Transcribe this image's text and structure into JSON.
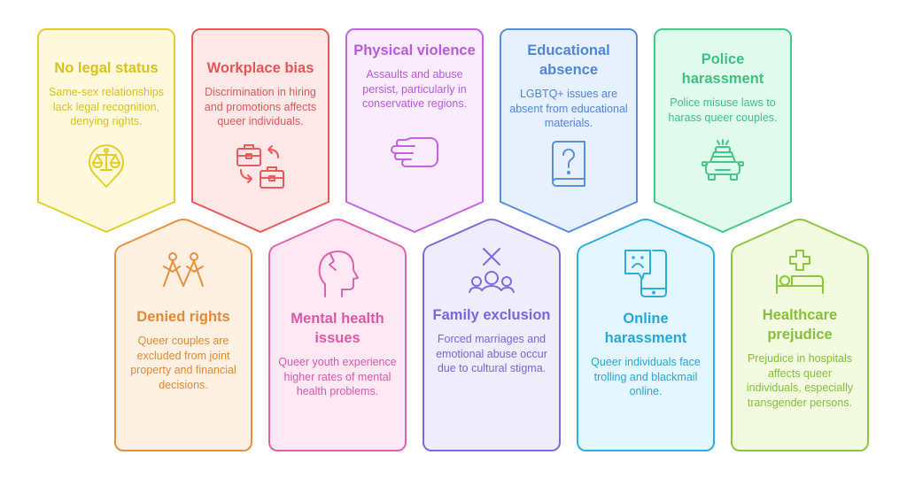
{
  "top_row": [
    {
      "title": "No legal status",
      "desc": "Same-sex relationships lack legal recognition, denying rights.",
      "icon": "scales-pin-icon",
      "stroke": "#E3CE2B",
      "fill": "#FEF9DC",
      "text": "#D9C21C"
    },
    {
      "title": "Workplace bias",
      "desc": "Discrimination in hiring and promotions affects queer individuals.",
      "icon": "briefcase-swap-icon",
      "stroke": "#E85C5C",
      "fill": "#FEE8E8",
      "text": "#E35757"
    },
    {
      "title": "Physical violence",
      "desc": "Assaults and abuse persist, particularly in conservative regions.",
      "icon": "fist-icon",
      "stroke": "#C464E2",
      "fill": "#F9ECFD",
      "text": "#BC5ADB"
    },
    {
      "title": "Educational absence",
      "desc": "LGBTQ+ issues are absent from educational materials.",
      "icon": "question-book-icon",
      "stroke": "#5A8FE0",
      "fill": "#E7F0FD",
      "text": "#4F86DB"
    },
    {
      "title": "Police harassment",
      "desc": "Police misuse laws to harass queer couples.",
      "icon": "police-car-icon",
      "stroke": "#45C98A",
      "fill": "#E1FAEE",
      "text": "#3DC283"
    }
  ],
  "bottom_row": [
    {
      "title": "Denied rights",
      "desc": "Queer couples are excluded from joint property and financial decisions.",
      "icon": "people-holding-hands-icon",
      "stroke": "#E8913A",
      "fill": "#FEF0E3",
      "text": "#E38A32"
    },
    {
      "title": "Mental health issues",
      "desc": "Queer youth experience higher rates of mental health problems.",
      "icon": "cracked-head-icon",
      "stroke": "#E063AE",
      "fill": "#FDE8F4",
      "text": "#DB5AA6"
    },
    {
      "title": "Family exclusion",
      "desc": "Forced marriages and emotional abuse occur due to cultural stigma.",
      "icon": "excluded-group-icon",
      "stroke": "#7F6BE0",
      "fill": "#EFECFC",
      "text": "#7A66DC"
    },
    {
      "title": "Online harassment",
      "desc": "Queer individuals face trolling and blackmail online.",
      "icon": "sad-phone-message-icon",
      "stroke": "#2EAEDF",
      "fill": "#E4F6FE",
      "text": "#27A8DA"
    },
    {
      "title": "Healthcare prejudice",
      "desc": "Prejudice in hospitals affects queer individuals, especially transgender persons.",
      "icon": "hospital-bed-icon",
      "stroke": "#8CC640",
      "fill": "#F2FBDF",
      "text": "#86BF3A"
    }
  ]
}
